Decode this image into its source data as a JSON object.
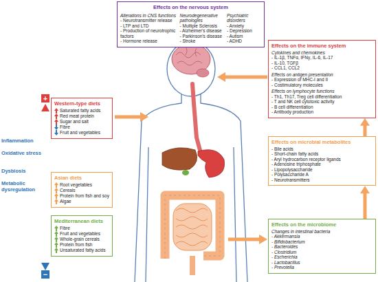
{
  "diagram": {
    "nodes": [
      {
        "text": [
          "Effects on the nervous system",
          "Alterations in CNS functions",
          "- Neurotransmitter release",
          "- LTP and LTD",
          "- Production of neurotrophic factors",
          "- Hormone release",
          "Neurodegenerative pathologies",
          "- Multiple Sclerosis",
          "- Alzheimer's disease",
          "- Parkinson's disease",
          "- Stroke",
          "Psychiatric disorders",
          "- Anxiety",
          "- Depression",
          "- Autism",
          "- ADHD"
        ]
      },
      {
        "text": [
          "Western-type diets",
          "Saturated fatty acids",
          "Red meat protein",
          "Sugar and salt",
          "Fibre",
          "Fruit and vegetables"
        ]
      },
      {
        "text": [
          "Asian diets",
          "Root vegetables",
          "Cereals",
          "Protein from fish and soy",
          "Algae"
        ]
      },
      {
        "text": [
          "Mediterranean diets",
          "Fibre",
          "Fruit and vegetables",
          "Whole-grain cereals",
          "Protein from fish",
          "Unsaturated fatty acids"
        ]
      },
      {
        "text": [
          "Effects on the immune system",
          "Cytokines and chemokines",
          "- IL-1β, TNFα, IFNγ, IL-6, IL-17",
          "- IL-10, TGFβ",
          "- CCL1, CCL2",
          "Effects on antigen presentation",
          "- Expression of MHC-I and II",
          "- Costimulatory molecules",
          "Effects on lymphocyte functions",
          "- Th1, Th17, Treg cell differentiation",
          "- T and NK cell cytotoxic activity",
          "- B cell differentiation",
          "- Antibody production"
        ]
      },
      {
        "text": [
          "Effects on microbial metabolites",
          "- Bile acids",
          "- Short-chain fatty acids",
          "- Aryl hydrocarbon receptor ligands",
          "- Adenosine triphosphate",
          "- Lipopolysaccharide",
          "- Polysaccharide A",
          "- Neurotransmitters"
        ]
      },
      {
        "text": [
          "Effects on the microbiome",
          "Changes in intestinal bacteria",
          "- Akkermansia",
          "- Bifidobacterium",
          "- Bacteroides",
          "- Clostridium",
          "- Escherichia",
          "- Lactobacillus",
          "- Prevotella"
        ]
      }
    ],
    "edges": [
      {
        "from": 6,
        "to": 5,
        "arrow": "to"
      },
      {
        "from": 5,
        "to": 4,
        "arrow": "to"
      }
    ],
    "labels": [
      "+",
      "−",
      "Inflammation",
      "Oxidative stress",
      "Dysbiosis",
      "Metabolic dysregulation"
    ]
  }
}
